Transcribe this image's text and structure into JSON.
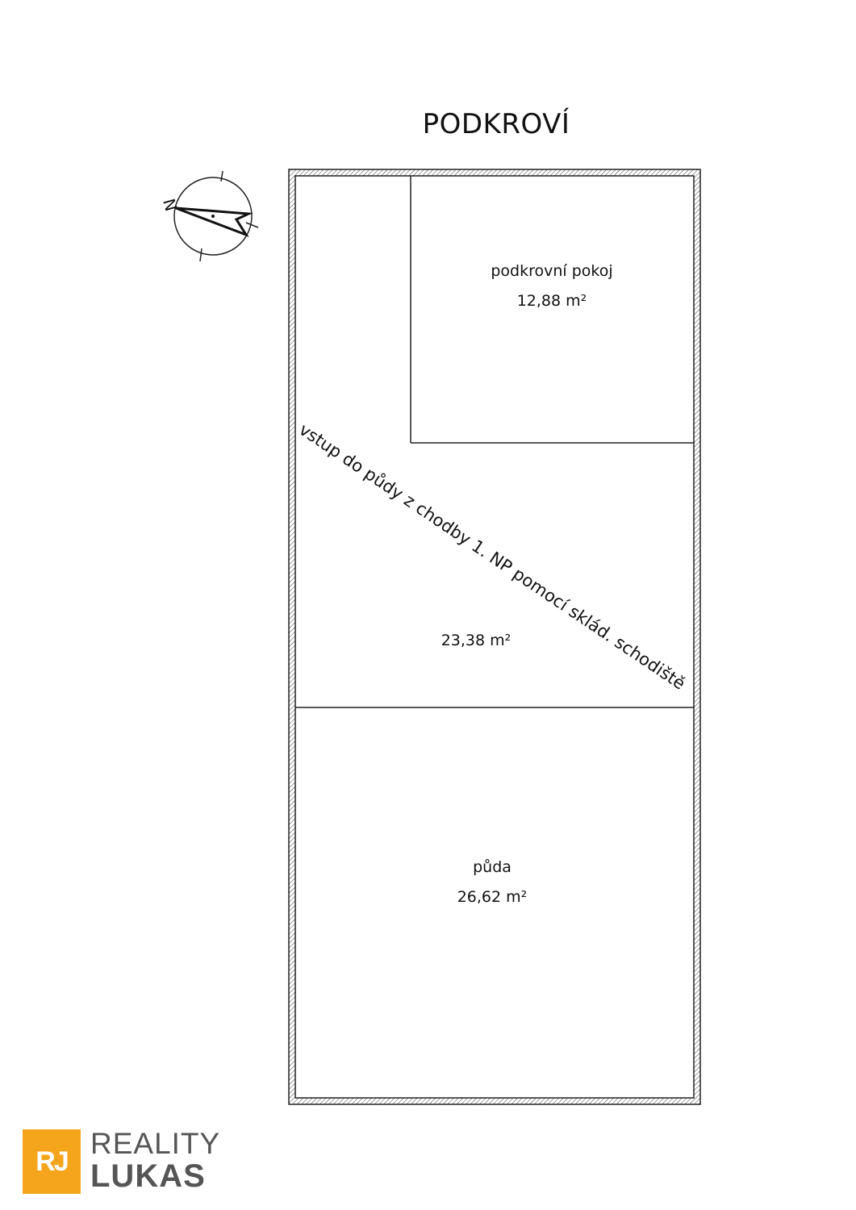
{
  "plan": {
    "title": "PODKROVÍ",
    "compass_letter": "N",
    "rooms": [
      {
        "name": "podkrovní pokoj",
        "area": "12,88 m²"
      },
      {
        "name": "",
        "area": "23,38 m²"
      },
      {
        "name": "půda",
        "area": "26,62 m²"
      }
    ],
    "access_note": "vstup do půdy z chodby 1. NP pomocí sklád. schodiště"
  },
  "logo": {
    "mark": "RJ",
    "line1": "REALITY",
    "line2": "LUKAS",
    "color": "#f5a51c"
  }
}
